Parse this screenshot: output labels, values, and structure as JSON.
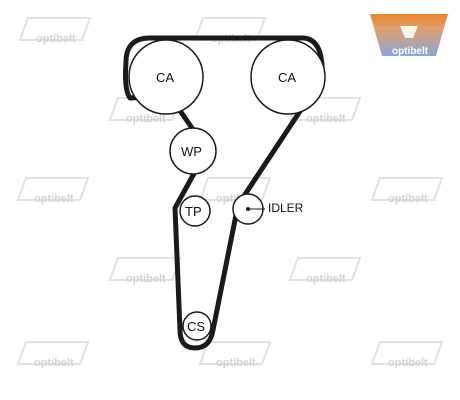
{
  "watermark": {
    "text": "optibelt",
    "color": "#d4d4d4"
  },
  "brand_logo": {
    "text": "optibelt",
    "icon": "optibelt-logo",
    "color_top": "#e8862a",
    "color_bottom": "#8aa6d8"
  },
  "diagram": {
    "belt_color": "#1a1a1a",
    "pulleys": {
      "ca_left": "CA",
      "ca_right": "CA",
      "wp": "WP",
      "tp": "TP",
      "cs": "CS",
      "idler": ""
    },
    "callouts": {
      "idler": "IDLER"
    }
  }
}
